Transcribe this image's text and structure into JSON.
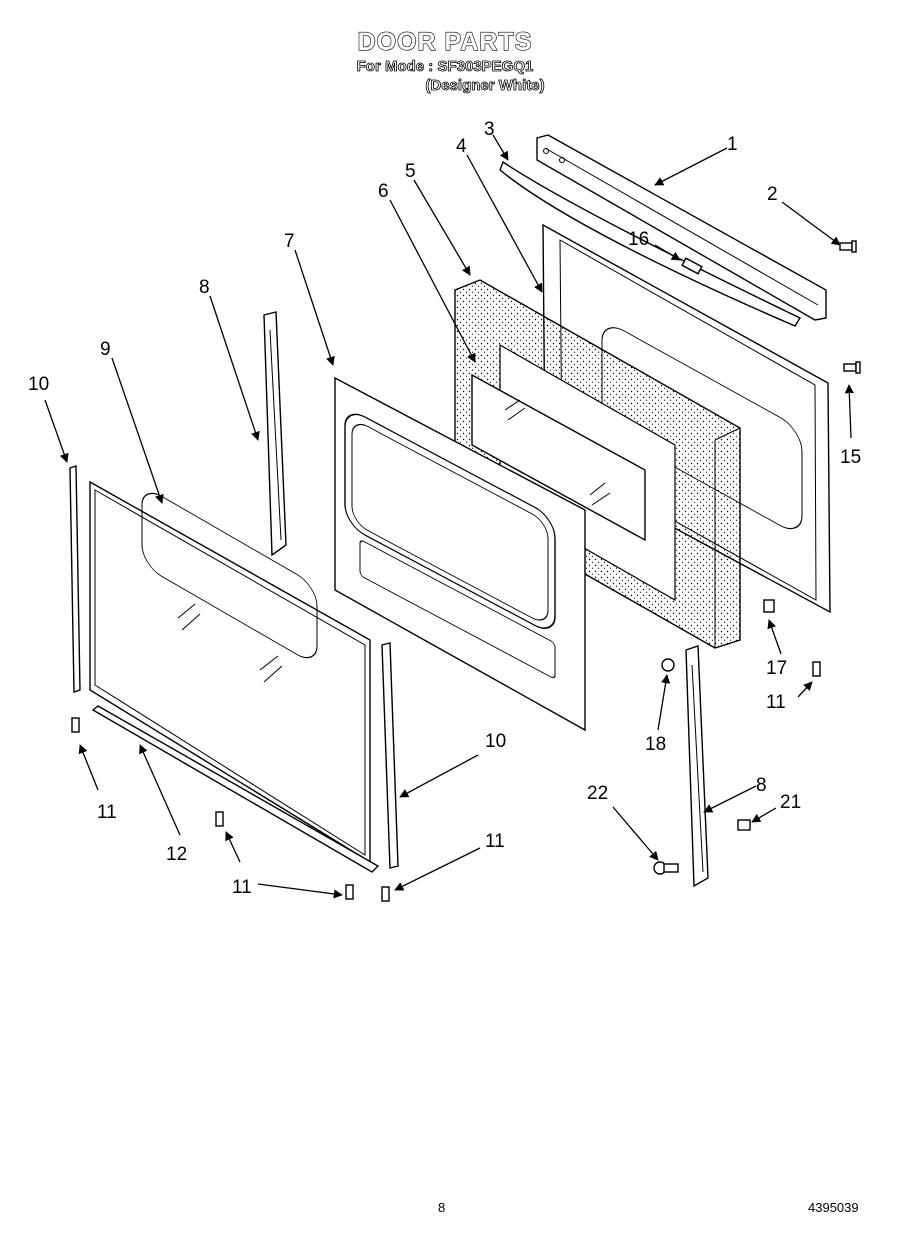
{
  "header": {
    "title": "DOOR PARTS",
    "model_line": "For Mode : SF303PEGQ1",
    "variant_line": "(Designer White)"
  },
  "footer": {
    "page_number": "8",
    "document_number": "4395039"
  },
  "callouts": {
    "c1": "1",
    "c2": "2",
    "c3": "3",
    "c4": "4",
    "c5": "5",
    "c6": "6",
    "c7": "7",
    "c8a": "8",
    "c8b": "8",
    "c9": "9",
    "c10a": "10",
    "c10b": "10",
    "c11a": "11",
    "c11b": "11",
    "c11c": "11",
    "c11d": "11",
    "c12": "12",
    "c15": "15",
    "c16": "16",
    "c17": "17",
    "c18": "18",
    "c21": "21",
    "c22": "22"
  }
}
